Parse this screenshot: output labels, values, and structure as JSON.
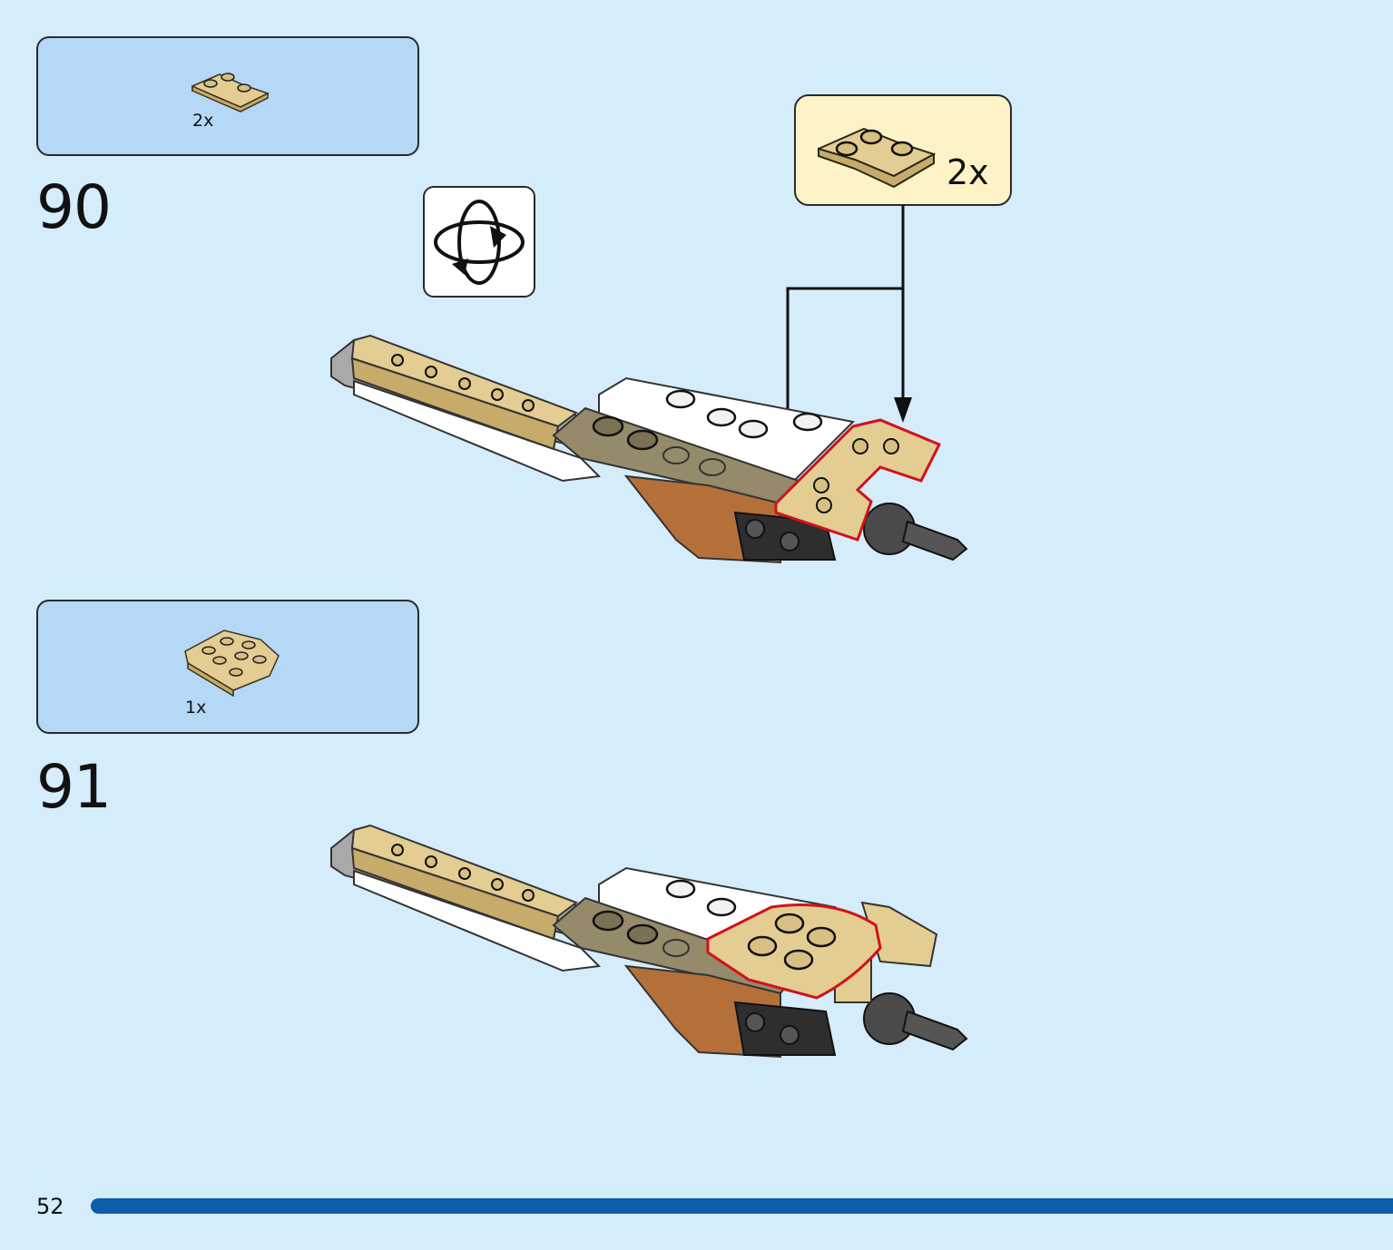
{
  "steps": [
    {
      "number": "90",
      "parts": [
        {
          "name": "tan-corner-plate",
          "qty": "2x"
        }
      ],
      "callout_qty": "2x"
    },
    {
      "number": "91",
      "parts": [
        {
          "name": "tan-round-corner-plate",
          "qty": "1x"
        }
      ]
    }
  ],
  "page": {
    "number": "52",
    "progress": 1.0
  },
  "icons": {
    "rotate": "rotate-model-icon"
  },
  "colors": {
    "background": "#d5ecfb",
    "parts_box": "#b4d8f5",
    "callout": "#fdf3c6",
    "tan": "#e3cd92",
    "highlight": "#d0121b",
    "progress": "#0a5eab"
  }
}
